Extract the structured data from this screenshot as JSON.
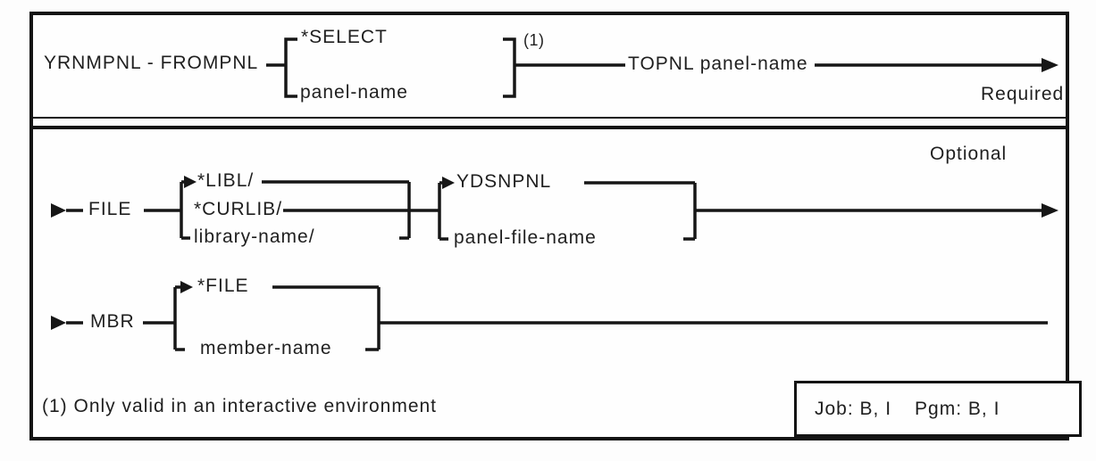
{
  "colors": {
    "ink": "#1f1f1f",
    "line": "#161616",
    "background": "#fdfdfd",
    "panel": "#fefefe"
  },
  "header_row": {
    "command": "YRNMPNL - FROMPNL",
    "frompnl_option_default": "*SELECT",
    "frompnl_option_alt": "panel-name",
    "footnote_marker": "(1)",
    "topnl": "TOPNL panel-name",
    "required_label": "Required"
  },
  "optional_label": "Optional",
  "file_row": {
    "keyword": "FILE",
    "library_options": [
      "*LIBL/",
      "*CURLIB/",
      "library-name/"
    ],
    "file_options": [
      "YDSNPNL",
      "panel-file-name"
    ]
  },
  "mbr_row": {
    "keyword": "MBR",
    "options": [
      "*FILE",
      "member-name"
    ]
  },
  "footnote": "(1) Only valid in an interactive environment",
  "environment_box": {
    "job": "Job: B, I",
    "pgm": "Pgm: B, I"
  }
}
